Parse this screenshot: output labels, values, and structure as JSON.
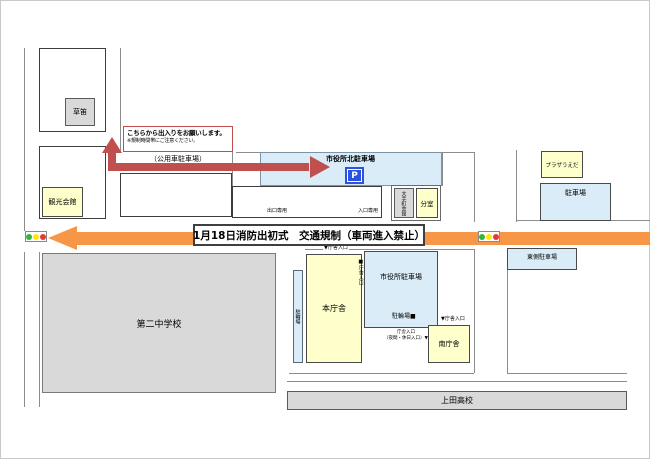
{
  "banner": {
    "text": "1月18日消防出初式　交通規制（車両進入禁止）"
  },
  "annotation": {
    "note_line1": "こちらから出入りをお願いします。",
    "note_line2": "※規制時間帯にご注意ください。",
    "route_label": "（公用車駐車場）"
  },
  "parking_sign_letter": "P",
  "buildings": {
    "kusabue": "草笛",
    "kankokaikan": "観光会館",
    "city_hall_north_parking": "市役所北駐車場",
    "exit_only": "出口専用",
    "entrance_only": "入口専用",
    "otemachi_kaikan": "大手町会館",
    "bunshitsu": "分室",
    "plaza_ueda": "プラザうえだ",
    "plaza_parking": "駐車場",
    "second_junior_high_school": "第二中学校",
    "bicycle_parking_strip": "駐輪場",
    "main_government_building": "本庁舎",
    "city_hall_parking": "市役所駐車場",
    "bicycle_parking_spot": "駐輪場■",
    "south_government_building": "南庁舎",
    "east_side_parking": "東側駐車場",
    "ueda_high_school": "上田高校"
  },
  "entrance_labels": {
    "north": "▼庁舎入口",
    "west_side": "■庁舎入口",
    "south_east": "▼庁舎入口",
    "night_line1": "庁舎入口",
    "night_line2": "（夜間・休日入口）▼"
  },
  "colors": {
    "regulated_road_orange": "#F79646",
    "route_arrow_red": "#C0504D",
    "parking_blue": "#D9ECF7",
    "building_yellow": "#FFFFCC",
    "building_gray": "#D9D9D9",
    "signal_green": "#33B540",
    "signal_yellow": "#FFE800",
    "signal_red": "#E53935",
    "parking_sign_blue": "#2D51E0"
  }
}
